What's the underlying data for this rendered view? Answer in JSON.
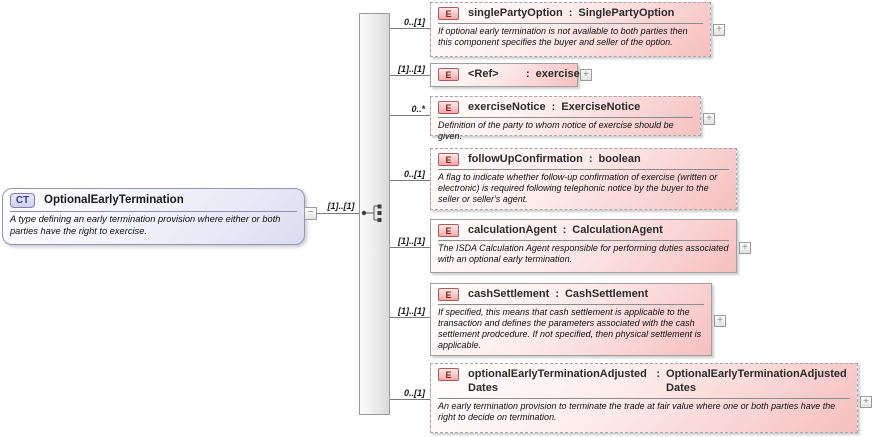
{
  "diagram": {
    "colon": ":",
    "icons": {
      "expand": "+",
      "collapse": "−"
    },
    "colors": {
      "element_fill": "#f6bfbf",
      "element_badge_border": "#b25959",
      "complex_type_fill": "#dcdcf0",
      "complex_type_border": "#9494b6",
      "connector": "#7a7a7a"
    },
    "root": {
      "kind_badge": "CT",
      "title": "OptionalEarlyTermination",
      "annotation": "A type defining an early termination provision where either or both parties have the right to exercise.",
      "cardinality": "[1]..[1]",
      "compositor": "sequence"
    },
    "elements": [
      {
        "badge": "E",
        "name": "singlePartyOption",
        "type": "SinglePartyOption",
        "cardinality": "0..[1]",
        "optional": true,
        "expandable": true,
        "annotation": "If optional early termination is not available to both parties then this component specifies the buyer and seller of the option."
      },
      {
        "badge": "E",
        "name": "<Ref>",
        "type": "exercise",
        "cardinality": "[1]..[1]",
        "optional": false,
        "expandable": true,
        "annotation": ""
      },
      {
        "badge": "E",
        "name": "exerciseNotice",
        "type": "ExerciseNotice",
        "cardinality": "0..*",
        "optional": true,
        "expandable": true,
        "annotation": "Definition of the party to whom notice of exercise should be given."
      },
      {
        "badge": "E",
        "name": "followUpConfirmation",
        "type": "boolean",
        "cardinality": "0..[1]",
        "optional": true,
        "expandable": false,
        "annotation": "A flag to indicate whether follow-up confirmation of exercise (written or electronic) is required following telephonic notice by the buyer to the seller or seller's agent."
      },
      {
        "badge": "E",
        "name": "calculationAgent",
        "type": "CalculationAgent",
        "cardinality": "[1]..[1]",
        "optional": false,
        "expandable": true,
        "annotation": "The ISDA Calculation Agent responsible for performing duties associated with an optional early termination."
      },
      {
        "badge": "E",
        "name": "cashSettlement",
        "type": "CashSettlement",
        "cardinality": "[1]..[1]",
        "optional": false,
        "expandable": true,
        "annotation": "If specified, this means that cash settlement is applicable to the transaction and defines the parameters associated with the cash settlement prodcedure. If not specified, then physical settlement is applicable."
      },
      {
        "badge": "E",
        "name": "optionalEarlyTerminationAdjustedDates",
        "type": "OptionalEarlyTerminationAdjustedDates",
        "cardinality": "0..[1]",
        "optional": true,
        "expandable": true,
        "annotation": "An early termination provision to terminate the trade at fair value where one or both parties have the right to decide on termination."
      }
    ]
  }
}
